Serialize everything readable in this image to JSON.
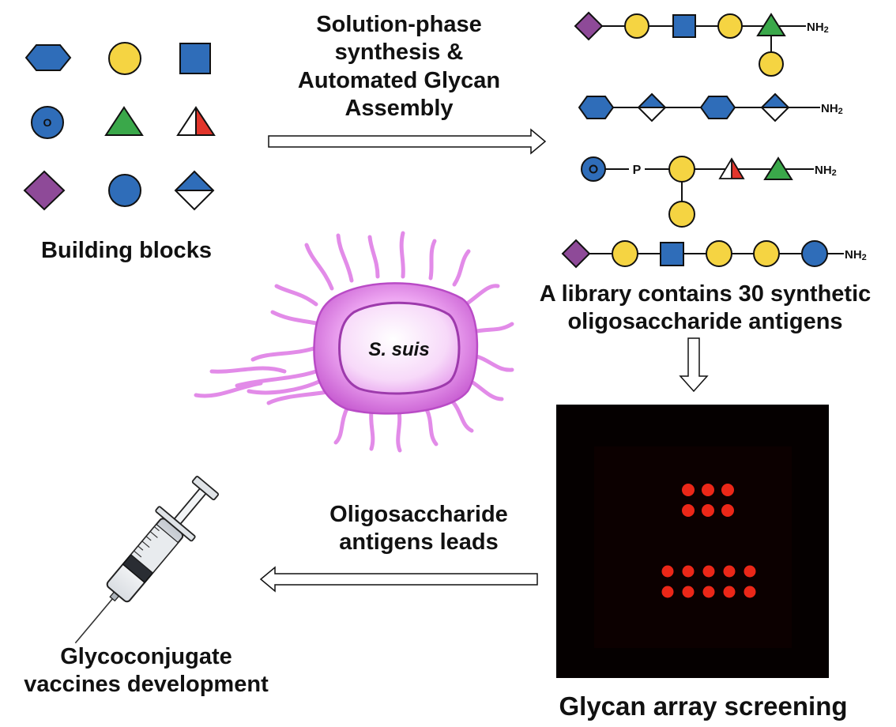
{
  "labels": {
    "building_blocks": "Building blocks",
    "synthesis_line1": "Solution-phase",
    "synthesis_line2": "synthesis &",
    "synthesis_line3": "Automated Glycan",
    "synthesis_line4": "Assembly",
    "library_line1": "A library contains 30 synthetic",
    "library_line2": "oligosaccharide antigens",
    "bacterium": "S. suis",
    "leads_line1": "Oligosaccharide",
    "leads_line2": "antigens leads",
    "array": "Glycan array screening",
    "vaccine_line1": "Glycoconjugate",
    "vaccine_line2": "vaccines development"
  },
  "chain_labels": {
    "amine": "NH2",
    "phosphate": "P",
    "o_mark": "O"
  },
  "colors": {
    "blue": "#2f6db9",
    "yellow": "#f5d442",
    "purple": "#8e4a98",
    "green": "#3aa84a",
    "red": "#e2352b",
    "pink": "#e07fe6",
    "spot": "#ff2a1a",
    "array_bg": "#050000"
  },
  "building_blocks": [
    "blue-hexagon-icon",
    "yellow-circle-icon",
    "blue-square-icon",
    "blue-o-circle-icon",
    "green-triangle-icon",
    "red-split-triangle-icon",
    "purple-diamond-icon",
    "blue-circle-icon",
    "blue-split-diamond-icon"
  ]
}
